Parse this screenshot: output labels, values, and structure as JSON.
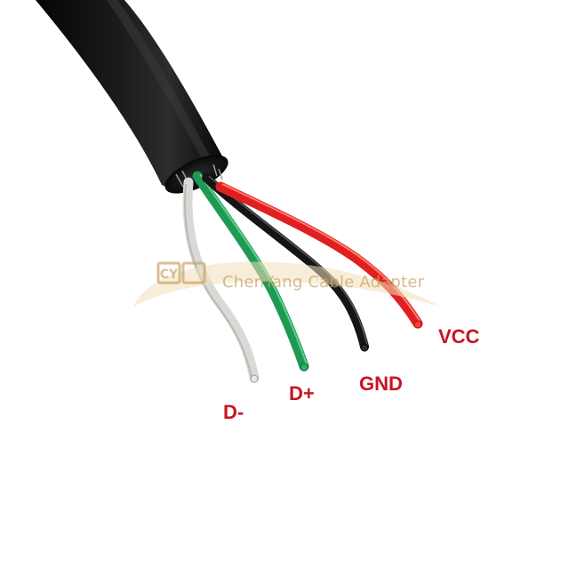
{
  "watermark": {
    "logo_text": "CY",
    "text": "ChenYang Cable Adapter",
    "color": "#c9a36a"
  },
  "labels": {
    "vcc": "VCC",
    "gnd": "GND",
    "d_plus": "D+",
    "d_minus": "D-",
    "color": "#c8141e"
  },
  "wire_colors": {
    "red": "#e02020",
    "black": "#151515",
    "green": "#1f9a55",
    "white": "#d9d9d6",
    "jacket": "#101010"
  }
}
